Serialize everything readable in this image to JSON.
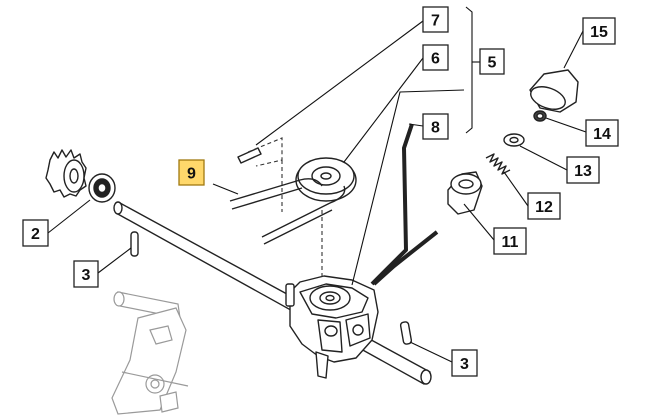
{
  "callouts": [
    {
      "id": "c7",
      "text": "7",
      "highlight": false
    },
    {
      "id": "c6",
      "text": "6",
      "highlight": false
    },
    {
      "id": "c5",
      "text": "5",
      "highlight": false
    },
    {
      "id": "c8",
      "text": "8",
      "highlight": false
    },
    {
      "id": "c9",
      "text": "9",
      "highlight": true
    },
    {
      "id": "c15",
      "text": "15",
      "highlight": false
    },
    {
      "id": "c14",
      "text": "14",
      "highlight": false
    },
    {
      "id": "c13",
      "text": "13",
      "highlight": false
    },
    {
      "id": "c12",
      "text": "12",
      "highlight": false
    },
    {
      "id": "c11",
      "text": "11",
      "highlight": false
    },
    {
      "id": "c2",
      "text": "2",
      "highlight": false
    },
    {
      "id": "c3a",
      "text": "3",
      "highlight": false
    },
    {
      "id": "c3b",
      "text": "3",
      "highlight": false
    }
  ],
  "colors": {
    "highlight": "#ffd86b",
    "line": "#222222"
  }
}
